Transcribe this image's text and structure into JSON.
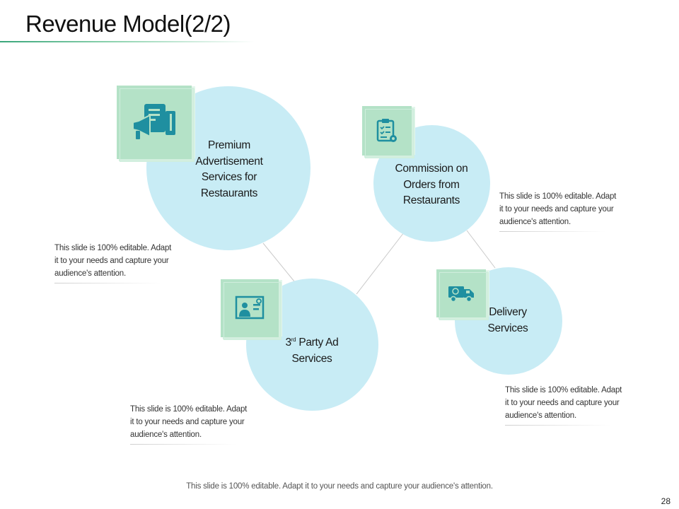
{
  "slide": {
    "title": "Revenue Model(2/2)",
    "page_number": "28",
    "footer": "This slide is 100% editable. Adapt it to your needs and capture your audience's attention.",
    "colors": {
      "circle": "#c8ecf5",
      "icon_tile": "#b4e2c7",
      "icon": "#1f8fa0",
      "title_rule": "#3aa67a"
    }
  },
  "nodes": {
    "premium": {
      "label_lines": [
        "Premium",
        "Advertisement",
        "Services for",
        "Restaurants"
      ],
      "icon": "advertisement-megaphone-icon"
    },
    "commission": {
      "label_lines": [
        "Commission on",
        "Orders from",
        "Restaurants"
      ],
      "icon": "clipboard-checklist-icon"
    },
    "third_party": {
      "label_prefix": "3",
      "label_sup": "rd",
      "label_rest": " Party Ad",
      "label_line2": "Services",
      "icon": "presentation-board-icon"
    },
    "delivery": {
      "label_lines": [
        "Delivery",
        "Services"
      ],
      "icon": "delivery-truck-icon"
    }
  },
  "descriptions": {
    "left": [
      "This slide is 100% editable. Adapt",
      "it to your needs and capture your",
      "audience's attention."
    ],
    "top_right": [
      "This slide is 100% editable. Adapt",
      "it to your needs and capture your",
      "audience's attention."
    ],
    "bottom_left": [
      "This slide is 100% editable. Adapt",
      "it to your needs and capture your",
      "audience's attention."
    ],
    "bottom_right": [
      "This slide is 100% editable. Adapt",
      "it to your needs and capture your",
      "audience's attention."
    ]
  }
}
